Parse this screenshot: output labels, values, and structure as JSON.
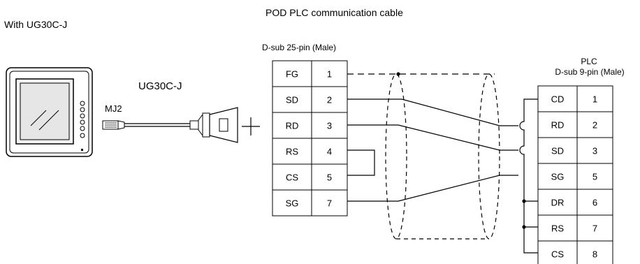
{
  "header": {
    "title": "POD PLC communication cable",
    "subtitle": "With UG30C-J"
  },
  "device": {
    "connector_label": "MJ2"
  },
  "cable": {
    "name": "UG30C-J"
  },
  "left_connector": {
    "caption": "D-sub 25-pin (Male)",
    "pins": [
      {
        "signal": "FG",
        "pin": "1"
      },
      {
        "signal": "SD",
        "pin": "2"
      },
      {
        "signal": "RD",
        "pin": "3"
      },
      {
        "signal": "RS",
        "pin": "4"
      },
      {
        "signal": "CS",
        "pin": "5"
      },
      {
        "signal": "SG",
        "pin": "7"
      }
    ]
  },
  "right_connector": {
    "caption_line1": "PLC",
    "caption_line2": "D-sub 9-pin (Male)",
    "pins": [
      {
        "signal": "CD",
        "pin": "1"
      },
      {
        "signal": "RD",
        "pin": "2"
      },
      {
        "signal": "SD",
        "pin": "3"
      },
      {
        "signal": "SG",
        "pin": "5"
      },
      {
        "signal": "DR",
        "pin": "6"
      },
      {
        "signal": "RS",
        "pin": "7"
      },
      {
        "signal": "CS",
        "pin": "8"
      }
    ]
  }
}
